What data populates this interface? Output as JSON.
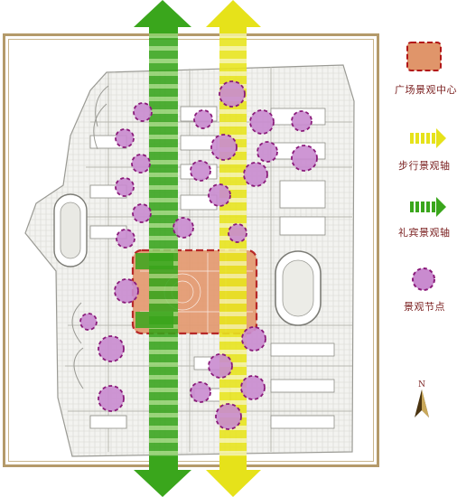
{
  "legend": {
    "plaza_center": "广场景观中心",
    "walking_axis": "步行景观轴",
    "ceremony_axis": "礼宾景观轴",
    "landscape_node": "景观节点"
  },
  "north_label": "N",
  "colors": {
    "green_axis": "#3aa61c",
    "yellow_axis": "#e6e21a",
    "plaza": "#e0956a",
    "plaza_border": "#b21818",
    "node_fill": "#c286c9",
    "node_border": "#8a1a7a",
    "frame": "#b49a6a"
  }
}
